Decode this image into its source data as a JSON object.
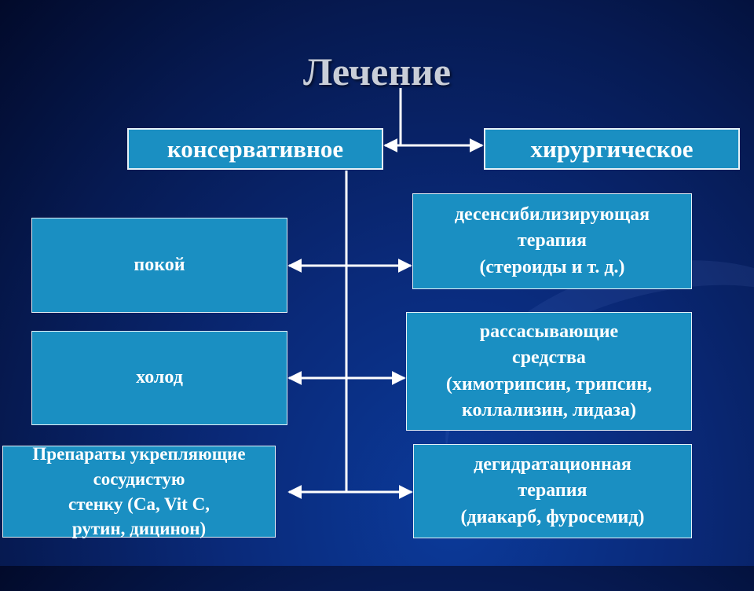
{
  "title": "Лечение",
  "branches": {
    "conservative": "консервативное",
    "surgical": "хирургическое"
  },
  "left_items": [
    "покой",
    "холод",
    "Препараты укрепляющие\nсосудистую\nстенку (Ca, Vit C,\nрутин, дицинон)"
  ],
  "right_items": [
    "десенсибилизирующая\nтерапия\n(стероиды и т. д.)",
    "рассасывающие\nсредства\n(химотрипсин, трипсин,\nколлализин, лидаза)",
    "дегидратационная\nтерапия\n(диакарб, фуросемид)"
  ],
  "colors": {
    "box_fill": "#1a8fc2",
    "box_border": "#e6f2f8",
    "connector": "#ffffff",
    "title": "#c9ced8"
  }
}
